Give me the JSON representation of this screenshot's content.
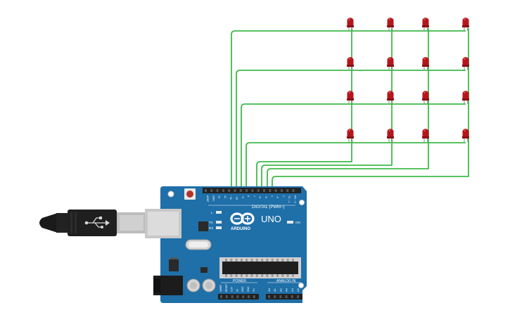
{
  "board": {
    "brand_text": "ARDUINO",
    "model_text": "UNO",
    "digital_label": "DIGITAL (PWM~)",
    "power_label": "POWER",
    "analog_label": "ANALOG IN",
    "on_label": "ON",
    "l_label": "L",
    "tx_label": "TX",
    "rx_label": "RX",
    "top_pin_labels": [
      "AREF",
      "GND",
      "13",
      "12",
      "~11",
      "~10",
      "~9",
      "8",
      "7",
      "~6",
      "~5",
      "4",
      "~3",
      "2",
      "TX→1",
      "RX←0"
    ],
    "power_pin_labels": [
      "IOREF",
      "RESET",
      "3.3V",
      "5V",
      "GND",
      "GND",
      "Vin"
    ],
    "analog_pin_labels": [
      "A0",
      "A1",
      "A2",
      "A3",
      "A4",
      "A5"
    ]
  },
  "colors": {
    "board_blue": "#1f6fa8",
    "wire_green": "#3fb94a",
    "led_red": "#b4161b",
    "header_black": "#222222",
    "usb_grey": "#c9c9c9"
  },
  "led_matrix": {
    "rows": 4,
    "cols": 4
  }
}
